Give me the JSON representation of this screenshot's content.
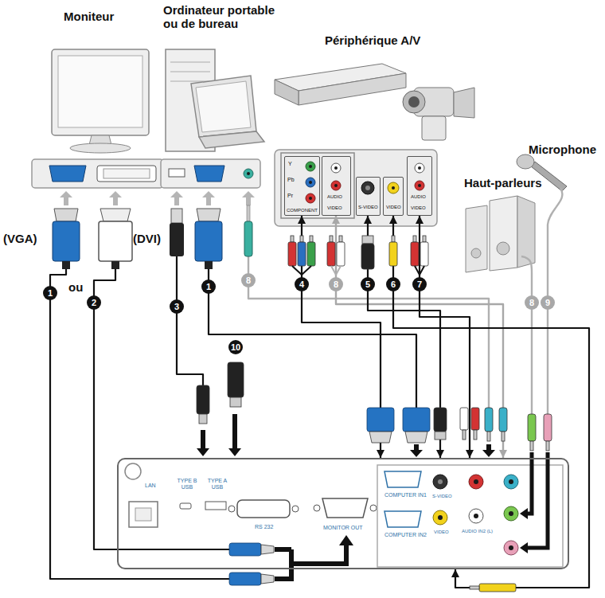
{
  "diagram": {
    "nodes": [
      {
        "text": [
          "Y",
          "Pb",
          "Pr",
          "COMPONENT"
        ]
      },
      {
        "text": [
          "AUDIO",
          "VIDEO"
        ]
      },
      {
        "text": [
          "S-VIDEO"
        ]
      },
      {
        "text": [
          "VIDEO"
        ]
      },
      {
        "text": [
          "AUDIO",
          "VIDEO"
        ]
      },
      {
        "text": [
          "LAN",
          "TYPE B USB",
          "TYPE A USB",
          "RS 232",
          "MONITOR OUT",
          "COMPUTER IN1",
          "COMPUTER IN2",
          "S-VIDEO",
          "VIDEO",
          "AUDIO IN2 (L)"
        ]
      }
    ],
    "edges": [
      {
        "from": 0,
        "to": 5,
        "arrow": "both",
        "label": "4"
      },
      {
        "from": 1,
        "to": 5,
        "arrow": "both",
        "label": "8"
      },
      {
        "from": 2,
        "to": 5,
        "arrow": "both",
        "label": "5"
      },
      {
        "from": 3,
        "to": 5,
        "arrow": "both",
        "label": "6"
      },
      {
        "from": 4,
        "to": 5,
        "arrow": "both",
        "label": "7"
      }
    ],
    "labels": [
      "Moniteur",
      "Ordinateur portable ou de bureau",
      "Périphérique A/V",
      "Microphone",
      "Haut-parleurs",
      "(VGA)",
      "(DVI)",
      "ou",
      "1",
      "2",
      "3",
      "1",
      "8",
      "10",
      "8",
      "9"
    ]
  }
}
